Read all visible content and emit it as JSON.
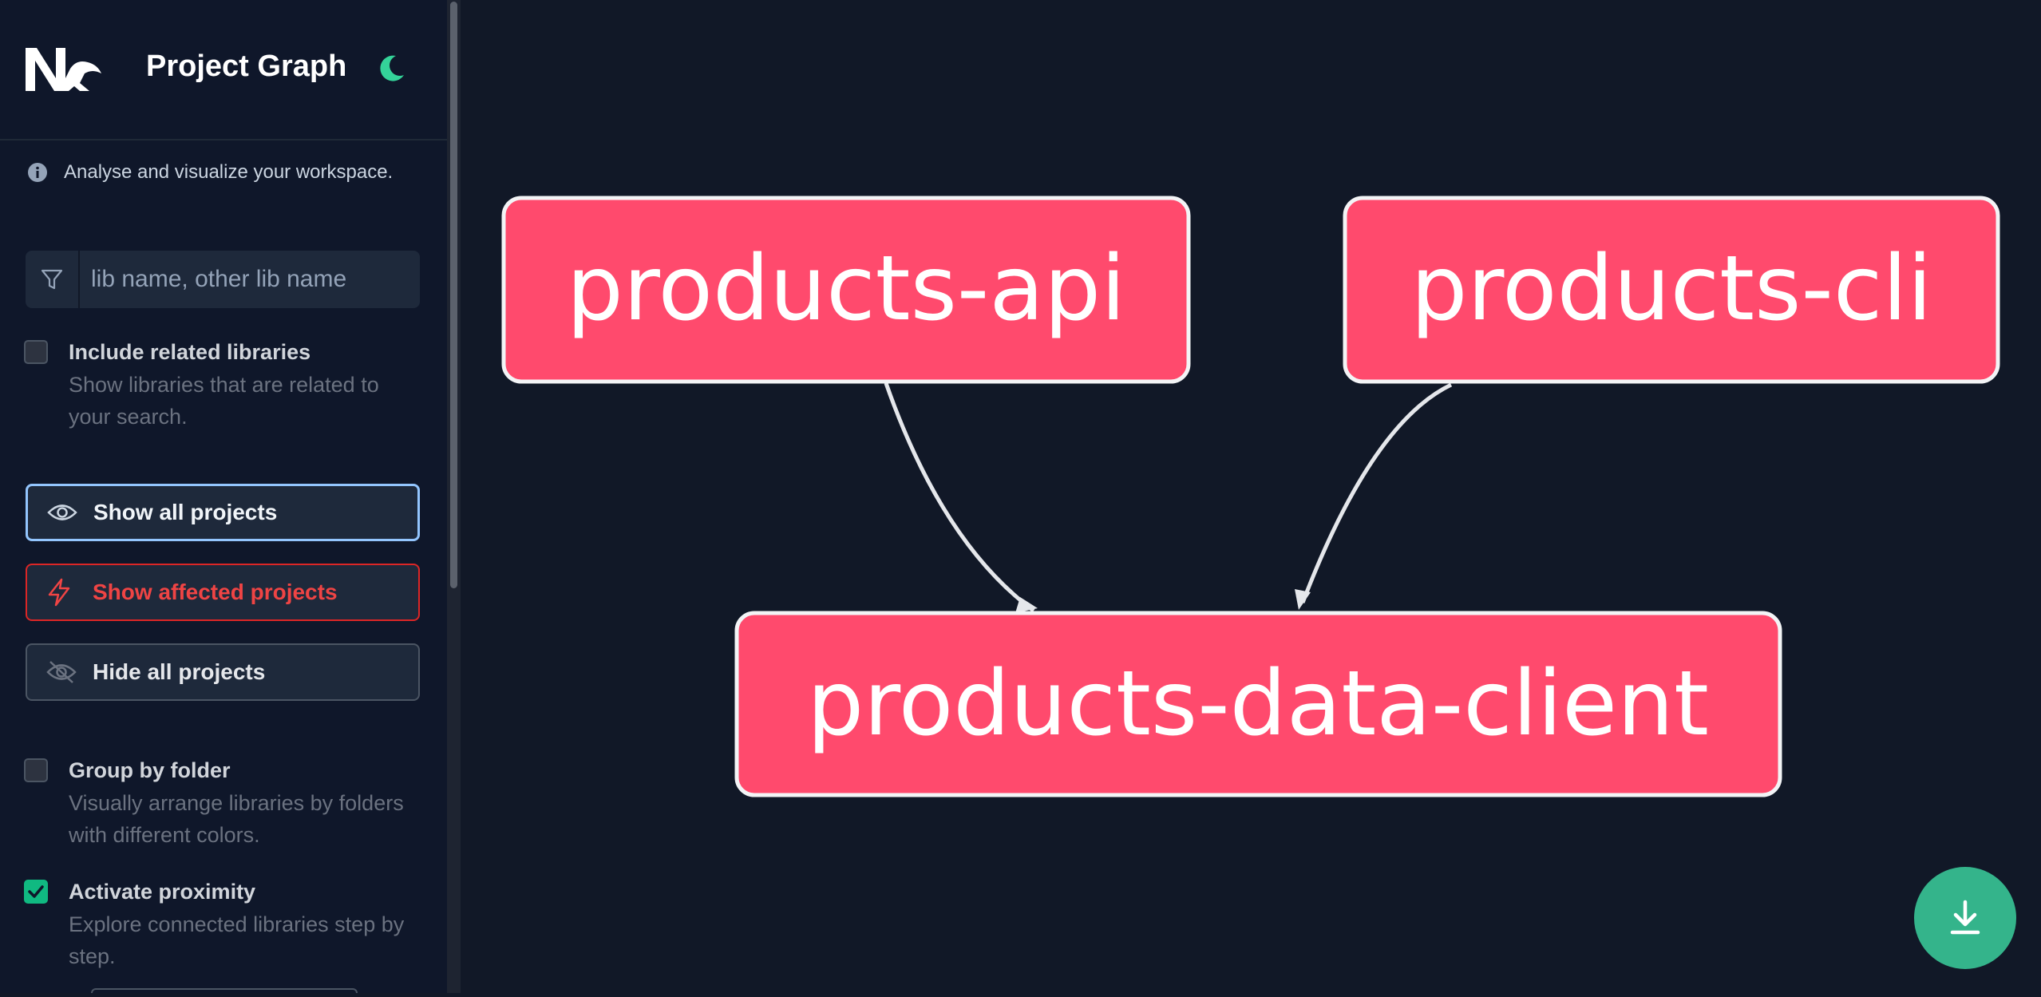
{
  "header": {
    "title": "Project Graph"
  },
  "info": {
    "text": "Analyse and visualize your workspace."
  },
  "search": {
    "placeholder": "lib name, other lib name",
    "value": ""
  },
  "options": {
    "include_related": {
      "title": "Include related libraries",
      "description": "Show libraries that are related to your search.",
      "checked": false
    },
    "group_by_folder": {
      "title": "Group by folder",
      "description": "Visually arrange libraries by folders with different colors.",
      "checked": false
    },
    "activate_proximity": {
      "title": "Activate proximity",
      "description": "Explore connected libraries step by step.",
      "checked": true
    }
  },
  "buttons": {
    "show_all": "Show all projects",
    "show_affected": "Show affected projects",
    "hide_all": "Hide all projects"
  },
  "graph": {
    "nodes": [
      {
        "id": "products-api",
        "label": "products-api"
      },
      {
        "id": "products-cli",
        "label": "products-cli"
      },
      {
        "id": "products-data-client",
        "label": "products-data-client"
      }
    ],
    "edges": [
      {
        "from": "products-api",
        "to": "products-data-client"
      },
      {
        "from": "products-cli",
        "to": "products-data-client"
      }
    ]
  },
  "colors": {
    "node_fill": "#ff4a6d",
    "node_border": "#f3f4f6",
    "canvas_bg": "#111827",
    "sidebar_bg": "#0f172a",
    "accent_green": "#34b48b"
  },
  "icons": {
    "logo": "nx-logo-icon",
    "theme": "moon-icon",
    "info": "info-icon",
    "filter": "filter-icon",
    "show_all": "eye-icon",
    "show_affected": "lightning-icon",
    "hide_all": "eye-slash-icon",
    "download": "download-icon"
  }
}
